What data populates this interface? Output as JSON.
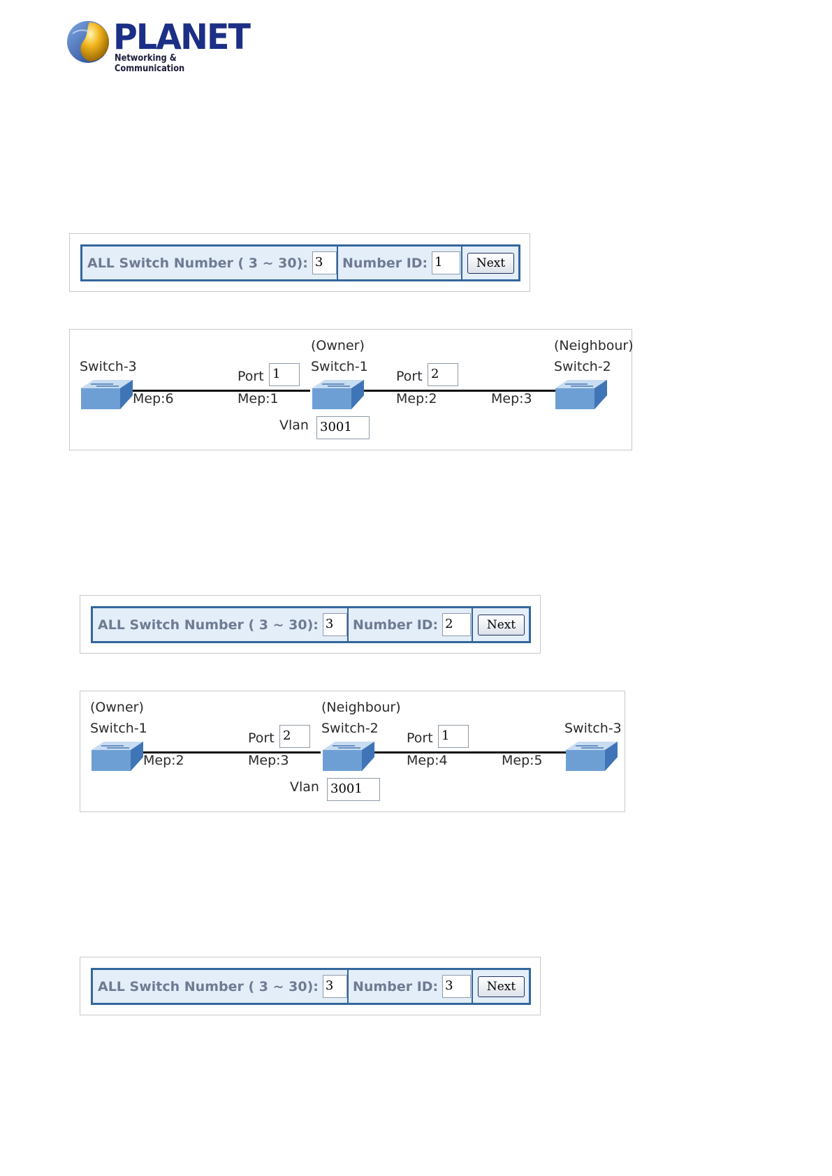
{
  "logo": {
    "brand": "PLANET",
    "tagline": "Networking & Communication"
  },
  "forms": [
    {
      "switch_number_label": "ALL Switch Number ( 3 ~ 30):",
      "switch_number": "3",
      "number_id_label": "Number ID:",
      "number_id": "1",
      "next_label": "Next"
    },
    {
      "switch_number_label": "ALL Switch Number ( 3 ~ 30):",
      "switch_number": "3",
      "number_id_label": "Number ID:",
      "number_id": "2",
      "next_label": "Next"
    },
    {
      "switch_number_label": "ALL Switch Number ( 3 ~ 30):",
      "switch_number": "3",
      "number_id_label": "Number ID:",
      "number_id": "3",
      "next_label": "Next"
    }
  ],
  "topologies": [
    {
      "left_role": "",
      "left_name": "Switch-3",
      "left_mep": "Mep:6",
      "left_port_label": "Port",
      "left_port": "1",
      "center_left_mep": "Mep:1",
      "center_role": "(Owner)",
      "center_name": "Switch-1",
      "right_port_label": "Port",
      "right_port": "2",
      "center_right_mep": "Mep:2",
      "right_mep": "Mep:3",
      "right_role": "(Neighbour)",
      "right_name": "Switch-2",
      "vlan_label": "Vlan",
      "vlan": "3001"
    },
    {
      "left_role": "(Owner)",
      "left_name": "Switch-1",
      "left_mep": "Mep:2",
      "left_port_label": "Port",
      "left_port": "2",
      "center_left_mep": "Mep:3",
      "center_role": "(Neighbour)",
      "center_name": "Switch-2",
      "right_port_label": "Port",
      "right_port": "1",
      "center_right_mep": "Mep:4",
      "right_mep": "Mep:5",
      "right_role": "",
      "right_name": "Switch-3",
      "vlan_label": "Vlan",
      "vlan": "3001"
    }
  ]
}
